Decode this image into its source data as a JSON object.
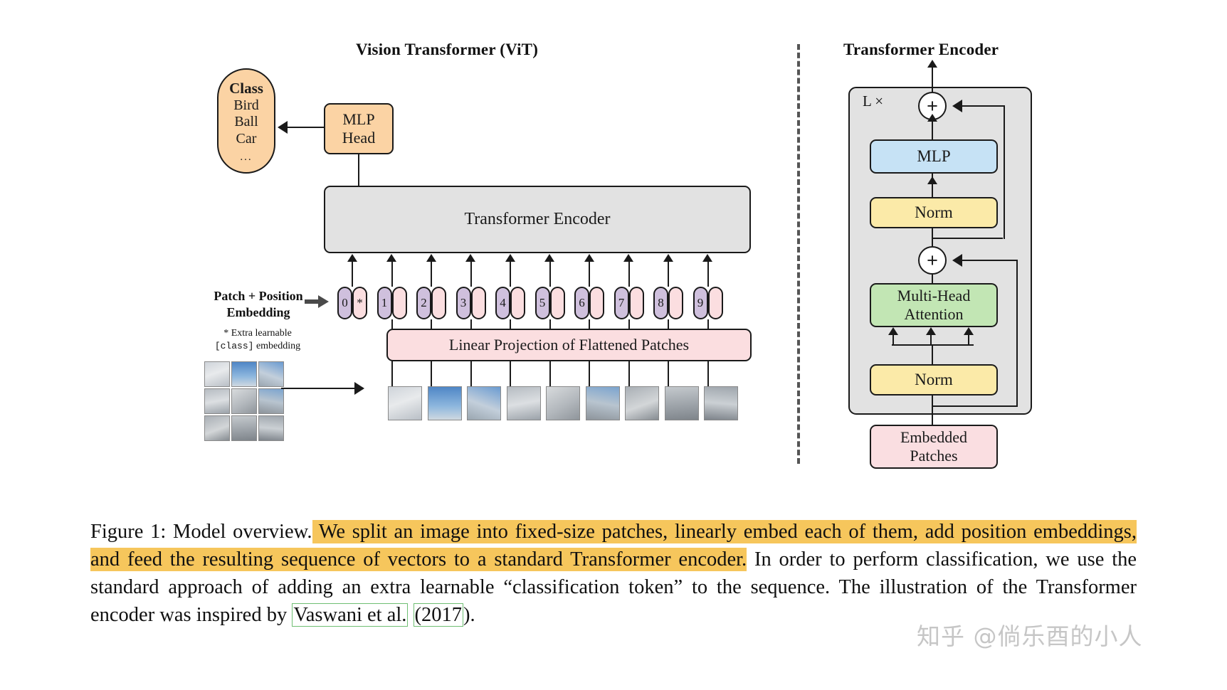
{
  "figure": {
    "left_panel_title": "Vision Transformer (ViT)",
    "right_panel_title": "Transformer Encoder",
    "class_head": "Class",
    "class_items": [
      "Bird",
      "Ball",
      "Car"
    ],
    "class_ellipsis": "...",
    "mlp_head_line1": "MLP",
    "mlp_head_line2": "Head",
    "encoder_bar_label": "Transformer Encoder",
    "linear_projection_label": "Linear Projection of Flattened Patches",
    "patch_position_label_line1": "Patch + Position",
    "patch_position_label_line2": "Embedding",
    "extra_note_line1": "* Extra learnable",
    "extra_note_mono": "[class]",
    "extra_note_line2_tail": " embedding",
    "token_numbers": [
      "0",
      "1",
      "2",
      "3",
      "4",
      "5",
      "6",
      "7",
      "8",
      "9"
    ],
    "class_token_symbol": "*",
    "encoder": {
      "repeat_label": "L ×",
      "plus_symbol": "+",
      "mlp_label": "MLP",
      "norm_top_label": "Norm",
      "mha_line1": "Multi-Head",
      "mha_line2": "Attention",
      "norm_bottom_label": "Norm",
      "embedded_patches_line1": "Embedded",
      "embedded_patches_line2": "Patches"
    }
  },
  "caption": {
    "prefix": "Figure 1: Model overview.",
    "highlighted": " We split an image into fixed-size patches, linearly embed each of them, add position embeddings, and feed the resulting sequence of vectors to a standard Transformer encoder.",
    "rest_1": " In order to perform classification, we use the standard approach of adding an extra learnable “classification token” to the sequence. The illustration of the Transformer encoder was inspired by ",
    "cite_author": "Vaswani et al.",
    "cite_open_paren": "(",
    "cite_year": "2017",
    "cite_close": ").",
    "full_text": "Figure 1: Model overview. We split an image into fixed-size patches, linearly embed each of them, add position embeddings, and feed the resulting sequence of vectors to a standard Transformer encoder. In order to perform classification, we use the standard approach of adding an extra learnable “classification token” to the sequence. The illustration of the Transformer encoder was inspired by Vaswani et al. (2017)."
  },
  "watermark": {
    "text": "知乎 @倘乐酉的小人"
  },
  "colors": {
    "orange": "#fbd3a4",
    "grey": "#e2e2e2",
    "pink": "#fbdee0",
    "blue": "#c6e2f5",
    "yellow": "#fbeaa8",
    "green": "#c2e6b4",
    "purple": "#cfc0dd",
    "highlight": "#f6c65c",
    "link_box": "#6fbf73"
  }
}
